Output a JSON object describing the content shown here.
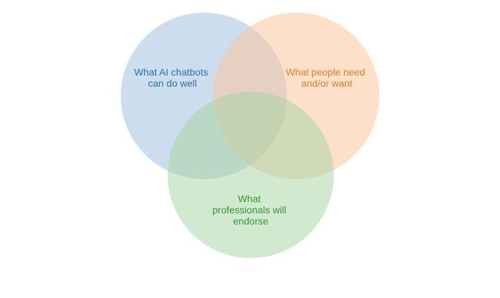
{
  "diagram": {
    "type": "venn-3",
    "sets": [
      {
        "id": "ai",
        "label_lines": [
          "What AI chatbots",
          "can do well"
        ],
        "fill": "#9dbfdd",
        "text_color": "#2e6fa8"
      },
      {
        "id": "people",
        "label_lines": [
          "What people need",
          "and/or want"
        ],
        "fill": "#fcc49a",
        "text_color": "#ee7b22"
      },
      {
        "id": "professionals",
        "label_lines": [
          "What",
          "professionals will",
          "endorse"
        ],
        "fill": "#a6d4a3",
        "text_color": "#2e9a32"
      }
    ],
    "fill_opacity": 0.52
  }
}
